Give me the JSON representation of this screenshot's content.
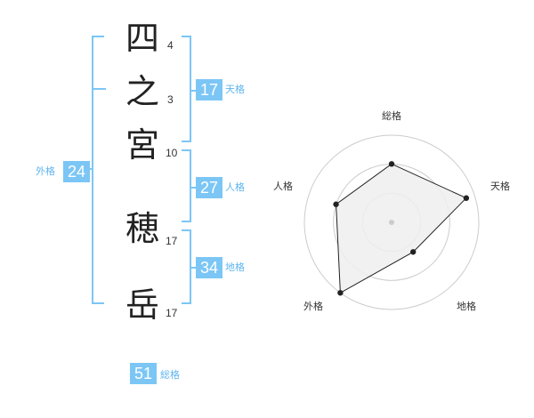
{
  "name": {
    "chars": [
      {
        "char": "四",
        "strokes": "4"
      },
      {
        "char": "之",
        "strokes": "3"
      },
      {
        "char": "宮",
        "strokes": "10"
      },
      {
        "char": "穂",
        "strokes": "17"
      },
      {
        "char": "岳",
        "strokes": "17"
      }
    ]
  },
  "fortunes": {
    "tenkaku": {
      "value": "17",
      "label": "天格"
    },
    "jinkaku": {
      "value": "27",
      "label": "人格"
    },
    "chikaku": {
      "value": "34",
      "label": "地格"
    },
    "gaikaku": {
      "value": "24",
      "label": "外格"
    },
    "soukaku": {
      "value": "51",
      "label": "総格"
    }
  },
  "chart_data": {
    "type": "radar",
    "axes": [
      "総格",
      "天格",
      "地格",
      "外格",
      "人格"
    ],
    "values": [
      0.67,
      0.9,
      0.42,
      1.0,
      0.67
    ],
    "range": [
      0,
      1
    ],
    "rings": 3,
    "colors": {
      "fill": "#eeeeee",
      "line": "#222222",
      "ring": "#cccccc",
      "point": "#222222"
    }
  }
}
